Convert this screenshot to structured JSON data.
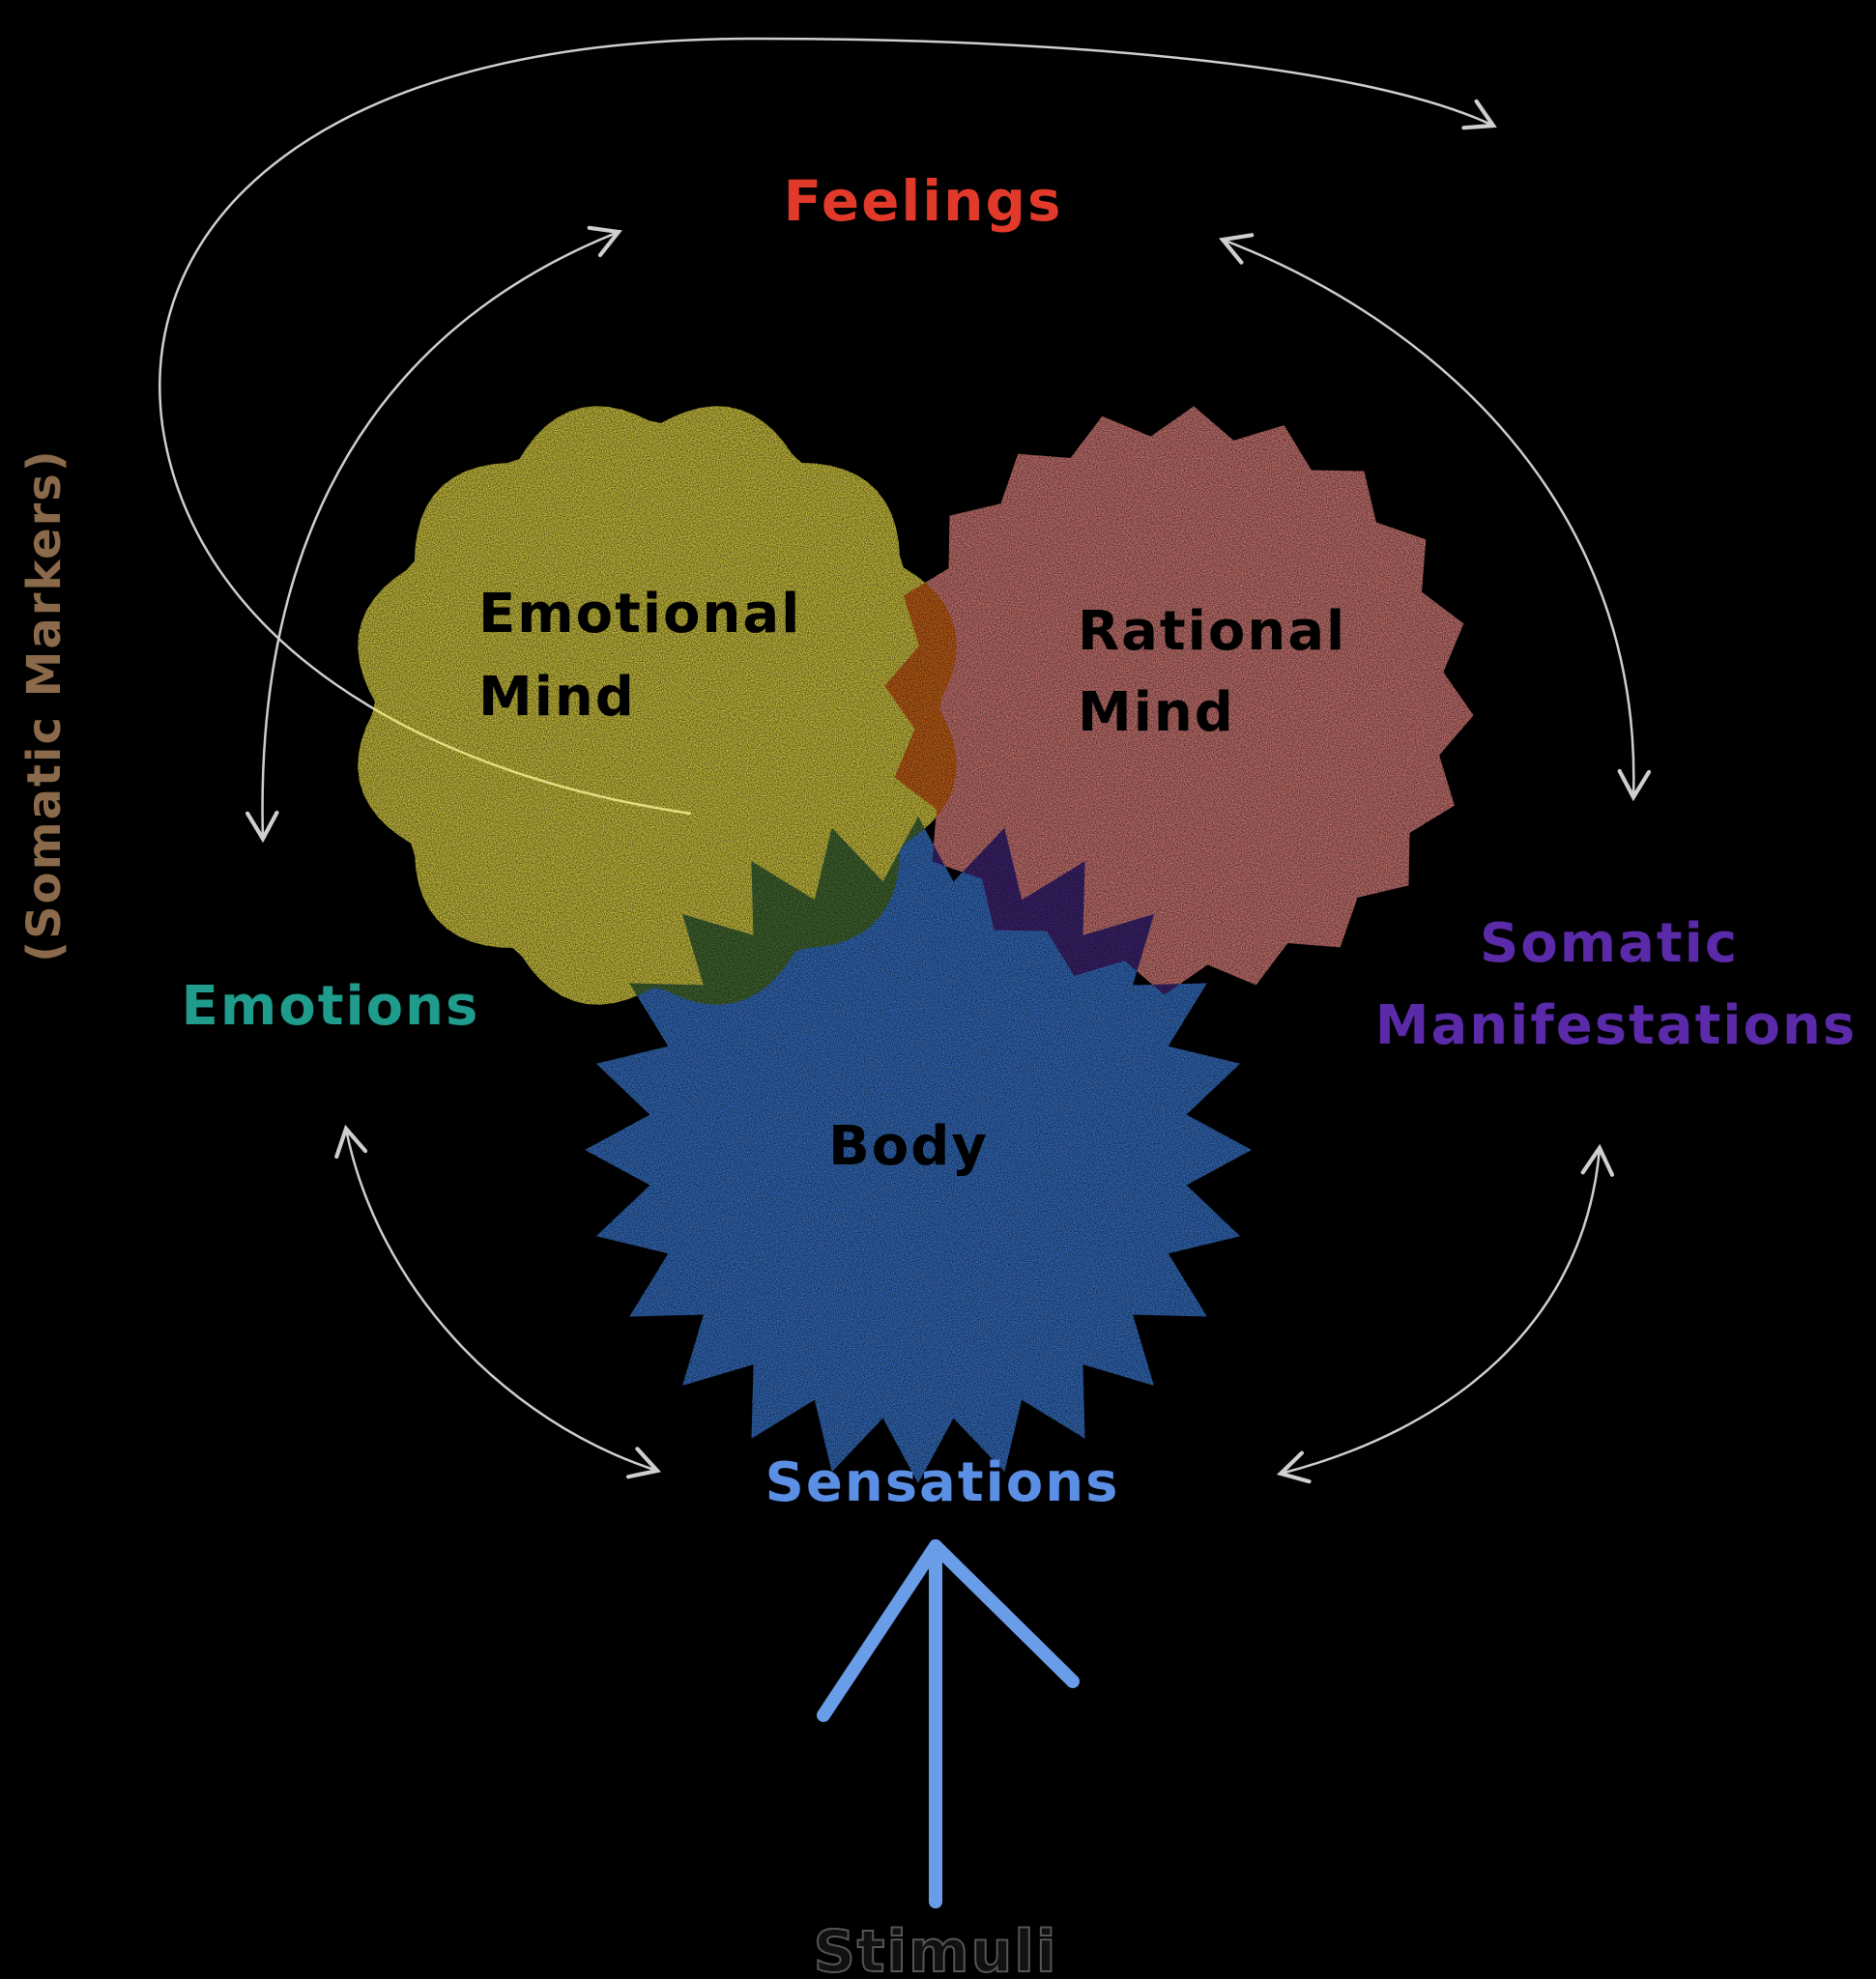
{
  "diagram": {
    "outer_label": "(Somatic Markers)",
    "labels": {
      "feelings": "Feelings",
      "emotions": "Emotions",
      "somatic_line1": "Somatic",
      "somatic_line2": "Manifestations",
      "sensations": "Sensations",
      "stimuli": "Stimuli"
    },
    "regions": {
      "emotional_line1": "Emotional",
      "emotional_line2": "Mind",
      "rational_line1": "Rational",
      "rational_line2": "Mind",
      "body": "Body"
    }
  },
  "colors": {
    "background": "#000000",
    "emotional_mind": "#f2e64a",
    "rational_mind": "#ef8a86",
    "body": "#3d80e0",
    "emotional_rational_overlap": "#e8721a",
    "emotional_body_overlap": "#4f7c3a",
    "rational_body_overlap": "#4a2a86",
    "center_overlap": "#5b3a20",
    "feelings": "#e23a2a",
    "emotions": "#1f9c8c",
    "somatic_manifestations": "#5a2aa8",
    "sensations": "#5b8fe6",
    "stimuli_arrow": "#6a9de8",
    "arrows": "#cfcfcf",
    "outer_label": "#8a6a4a",
    "region_text": "#000000"
  }
}
